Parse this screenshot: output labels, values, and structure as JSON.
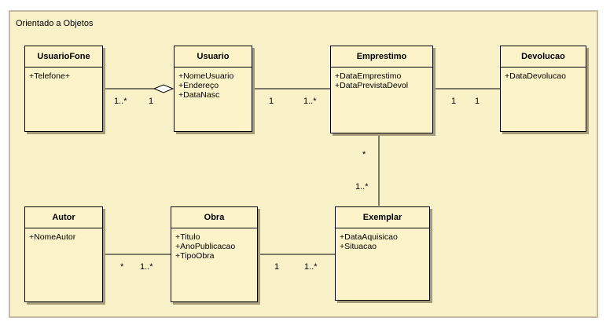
{
  "diagram": {
    "title": "Orientado a Objetos",
    "classes": {
      "usuariofone": {
        "name": "UsuarioFone",
        "attributes": [
          "+Telefone+"
        ]
      },
      "usuario": {
        "name": "Usuario",
        "attributes": [
          "+NomeUsuario",
          "+Endereço",
          "+DataNasc"
        ]
      },
      "emprestimo": {
        "name": "Emprestimo",
        "attributes": [
          "+DataEmprestimo",
          "+DataPrevistaDevol"
        ]
      },
      "devolucao": {
        "name": "Devolucao",
        "attributes": [
          "+DataDevolucao"
        ]
      },
      "autor": {
        "name": "Autor",
        "attributes": [
          "+NomeAutor"
        ]
      },
      "obra": {
        "name": "Obra",
        "attributes": [
          "+Titulo",
          "+AnoPublicacao",
          "+TipoObra"
        ]
      },
      "exemplar": {
        "name": "Exemplar",
        "attributes": [
          "+DataAquisicao",
          "+Situacao"
        ]
      }
    },
    "associations": {
      "usuariofone_usuario": {
        "from": "UsuarioFone",
        "to": "Usuario",
        "from_mult": "1..*",
        "to_mult": "1",
        "type": "aggregation"
      },
      "usuario_emprestimo": {
        "from": "Usuario",
        "to": "Emprestimo",
        "from_mult": "1",
        "to_mult": "1..*",
        "type": "association"
      },
      "emprestimo_devolucao": {
        "from": "Emprestimo",
        "to": "Devolucao",
        "from_mult": "1",
        "to_mult": "1",
        "type": "association"
      },
      "emprestimo_exemplar": {
        "from": "Emprestimo",
        "to": "Exemplar",
        "from_mult": "*",
        "to_mult": "1..*",
        "type": "association"
      },
      "autor_obra": {
        "from": "Autor",
        "to": "Obra",
        "from_mult": "*",
        "to_mult": "1..*",
        "type": "association"
      },
      "obra_exemplar": {
        "from": "Obra",
        "to": "Exemplar",
        "from_mult": "1",
        "to_mult": "1..*",
        "type": "association"
      }
    }
  }
}
